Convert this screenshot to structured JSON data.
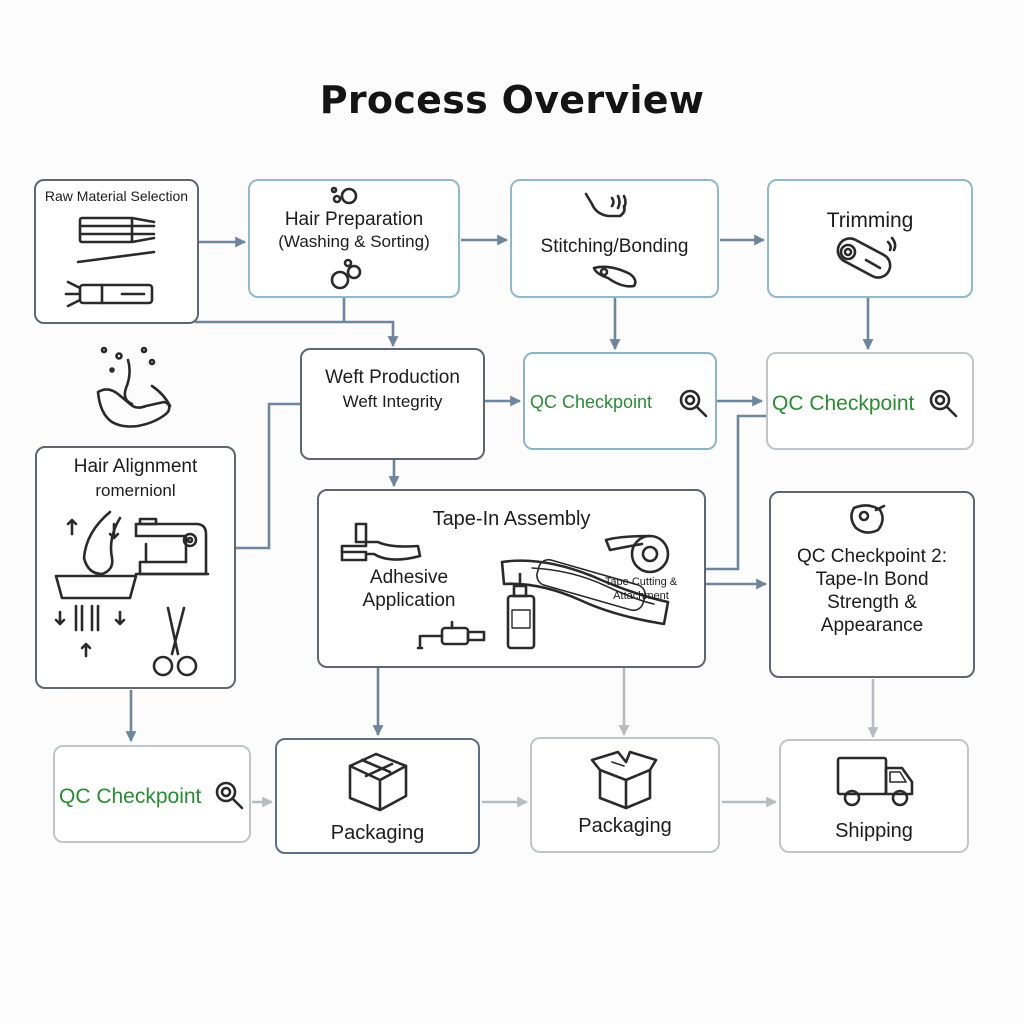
{
  "title": "Process Overview",
  "nodes": {
    "raw_material": "Raw Material Selection",
    "hair_prep_line1": "Hair Preparation",
    "hair_prep_line2": "(Washing & Sorting)",
    "stitching": "Stitching/Bonding",
    "trimming": "Trimming",
    "weft_line1": "Weft Production",
    "weft_line2": "Weft Integrity",
    "qc_a": "QC Checkpoint",
    "qc_b": "QC Checkpoint",
    "hair_align_line1": "Hair Alignment",
    "hair_align_line2": "romernionl",
    "tape_in": "Tape-In Assembly",
    "adhesive_line1": "Adhesive",
    "adhesive_line2": "Application",
    "tape_cutting_line1": "Tape Cutting &",
    "tape_cutting_line2": "Attachment",
    "qc2_line1": "QC Checkpoint 2:",
    "qc2_line2": "Tape-In Bond",
    "qc2_line3": "Strength &",
    "qc2_line4": "Appearance",
    "qc_c": "QC Checkpoint",
    "packaging_1": "Packaging",
    "packaging_2": "Packaging",
    "shipping": "Shipping"
  },
  "colors": {
    "qc_text": "#2b8a35",
    "flow_arrow": "#6f8599",
    "grey_arrow": "#b9bcbf",
    "dark_border": "#5f6670",
    "blue_border": "#93b8c8"
  },
  "icons": [
    "hair-bundles-icon",
    "bubbles-icon",
    "bonding-tool-icon",
    "trimmer-icon",
    "washing-hands-icon",
    "magnifier-icon",
    "hair-strand-icon",
    "sewing-machine-icon",
    "scissors-icon",
    "glue-gun-icon",
    "tape-roll-icon",
    "tape-strip-icon",
    "glue-bottle-icon",
    "hair-clip-icon",
    "box-icon",
    "open-box-icon",
    "truck-icon"
  ]
}
